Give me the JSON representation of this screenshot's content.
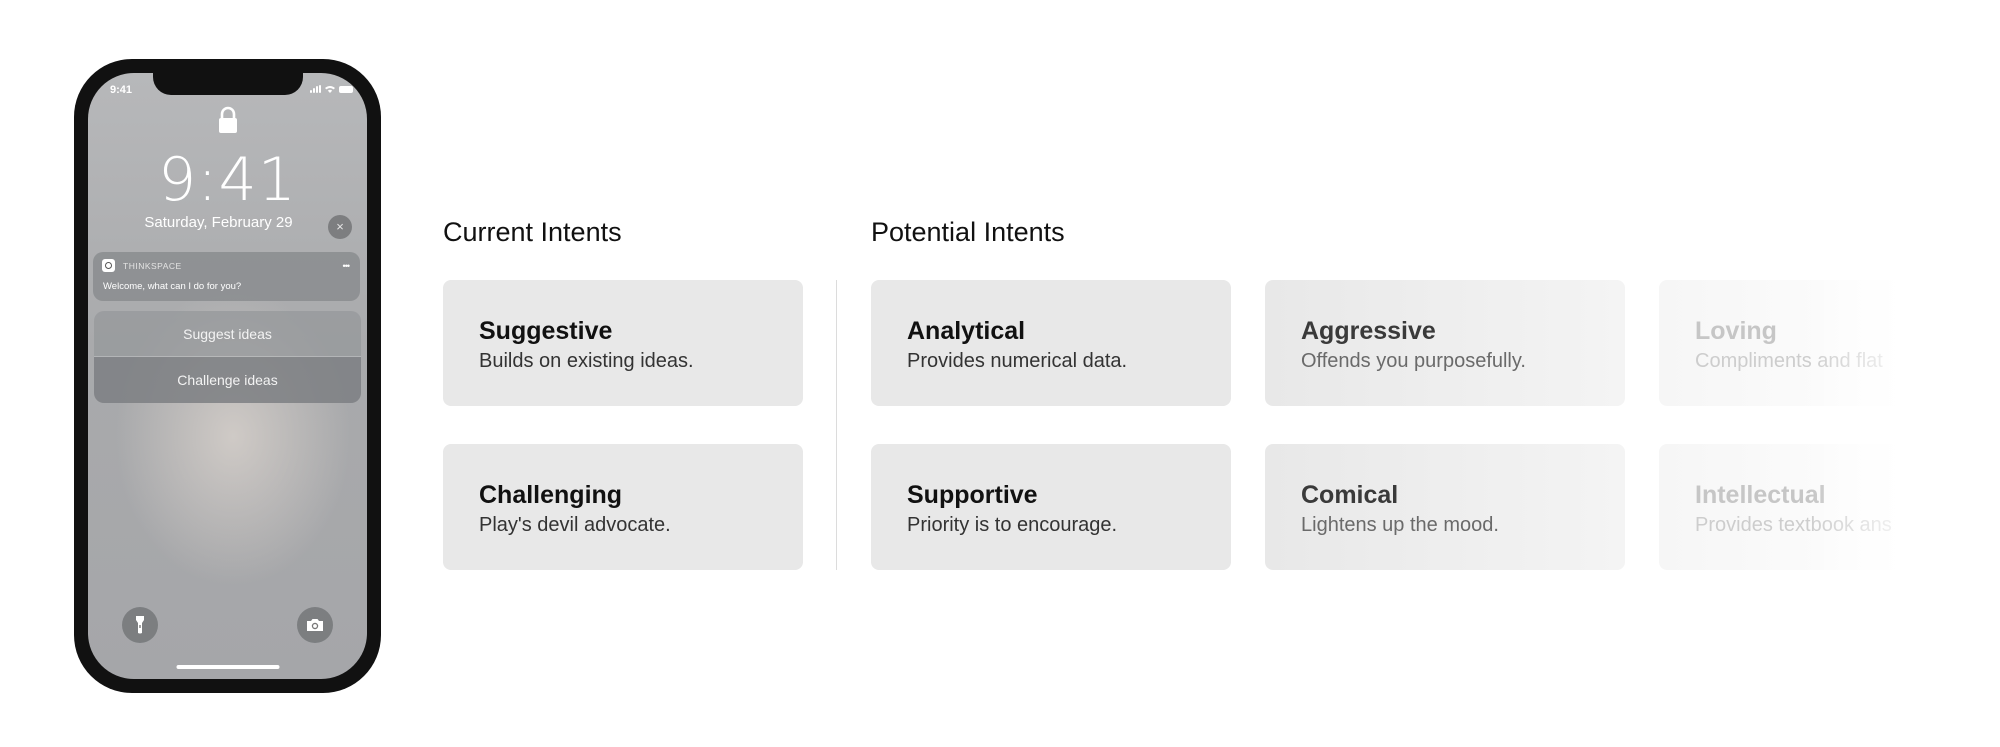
{
  "phone": {
    "status_time": "9:41",
    "clock": "9:41",
    "date": "Saturday, February 29",
    "clear_label": "×",
    "notification": {
      "app_name": "THINKSPACE",
      "message": "Welcome, what can I do for you?",
      "more": "•••"
    },
    "actions": [
      "Suggest ideas",
      "Challenge ideas"
    ],
    "icons": {
      "lock": "lock-icon",
      "flashlight": "flashlight-icon",
      "camera": "camera-icon"
    }
  },
  "current": {
    "title": "Current Intents",
    "cards": [
      {
        "title": "Suggestive",
        "desc": "Builds on existing ideas."
      },
      {
        "title": "Challenging",
        "desc": "Play's devil advocate."
      }
    ]
  },
  "potential": {
    "title": "Potential Intents",
    "cards": [
      {
        "title": "Analytical",
        "desc": "Provides numerical data."
      },
      {
        "title": "Aggressive",
        "desc": "Offends you purposefully."
      },
      {
        "title": "Loving",
        "desc": "Compliments and flat"
      },
      {
        "title": "Supportive",
        "desc": "Priority is to encourage."
      },
      {
        "title": "Comical",
        "desc": "Lightens up the mood."
      },
      {
        "title": "Intellectual",
        "desc": "Provides textbook ans"
      }
    ]
  },
  "colors": {
    "card_bg": "#e8e8e8",
    "phone_frame": "#111111",
    "text": "#111111"
  }
}
